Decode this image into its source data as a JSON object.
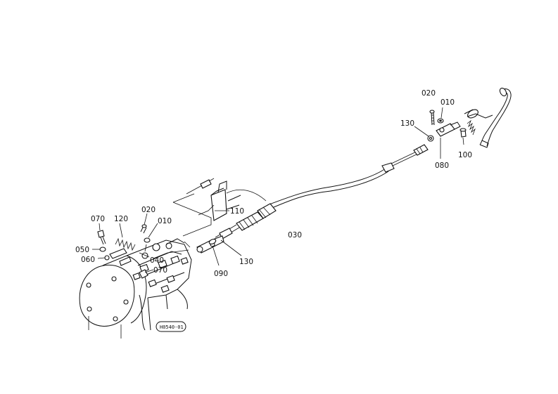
{
  "diagram": {
    "code": "H0540-01",
    "parts": {
      "p010_upper": "010",
      "p020_upper": "020",
      "p130_upper": "130",
      "p100": "100",
      "p080_upper": "080",
      "p110": "110",
      "p030": "030",
      "p070_left": "070",
      "p120": "120",
      "p020_left": "020",
      "p010_left": "010",
      "p050": "050",
      "p060": "060",
      "p040": "040",
      "p070_lower": "070",
      "p090": "090",
      "p130_lower": "130"
    }
  }
}
